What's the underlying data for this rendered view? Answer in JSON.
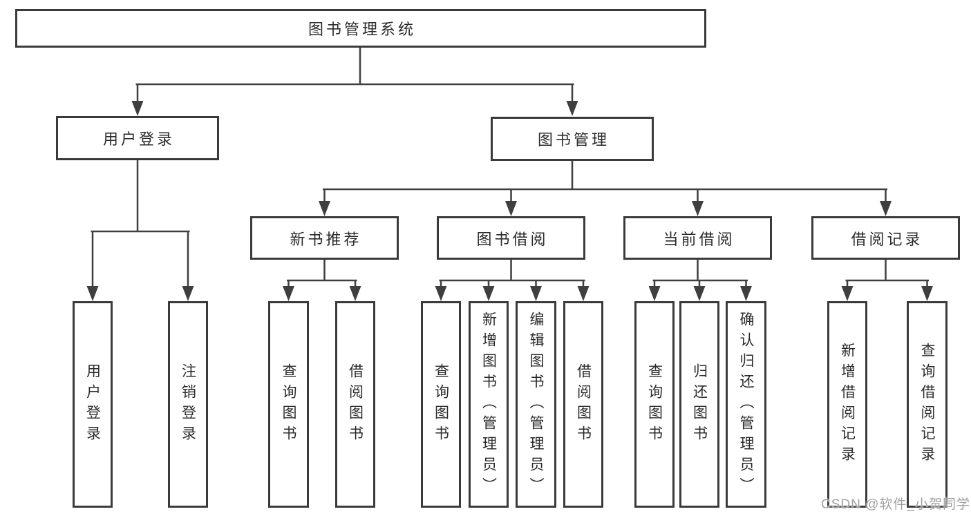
{
  "tree": {
    "label": "图书管理系统",
    "children": [
      {
        "label": "用户登录",
        "children": [
          {
            "label": "用户登录"
          },
          {
            "label": "注销登录"
          }
        ]
      },
      {
        "label": "图书管理",
        "children": [
          {
            "label": "新书推荐",
            "children": [
              {
                "label": "查询图书"
              },
              {
                "label": "借阅图书"
              }
            ]
          },
          {
            "label": "图书借阅",
            "children": [
              {
                "label": "查询图书"
              },
              {
                "label": "新增图书（管理员）"
              },
              {
                "label": "编辑图书（管理员）"
              },
              {
                "label": "借阅图书"
              }
            ]
          },
          {
            "label": "当前借阅",
            "children": [
              {
                "label": "查询图书"
              },
              {
                "label": "归还图书"
              },
              {
                "label": "确认归还（管理员）"
              }
            ]
          },
          {
            "label": "借阅记录",
            "children": [
              {
                "label": "新增借阅记录"
              },
              {
                "label": "查询借阅记录"
              }
            ]
          }
        ]
      }
    ]
  },
  "watermark": "CSDN @软件_小贺同学",
  "colors": {
    "line": "#3f3f3f",
    "box_border": "#3a3a3a",
    "text": "#2b2b2b",
    "watermark_text": "#a0a0a0",
    "background": "#ffffff"
  }
}
